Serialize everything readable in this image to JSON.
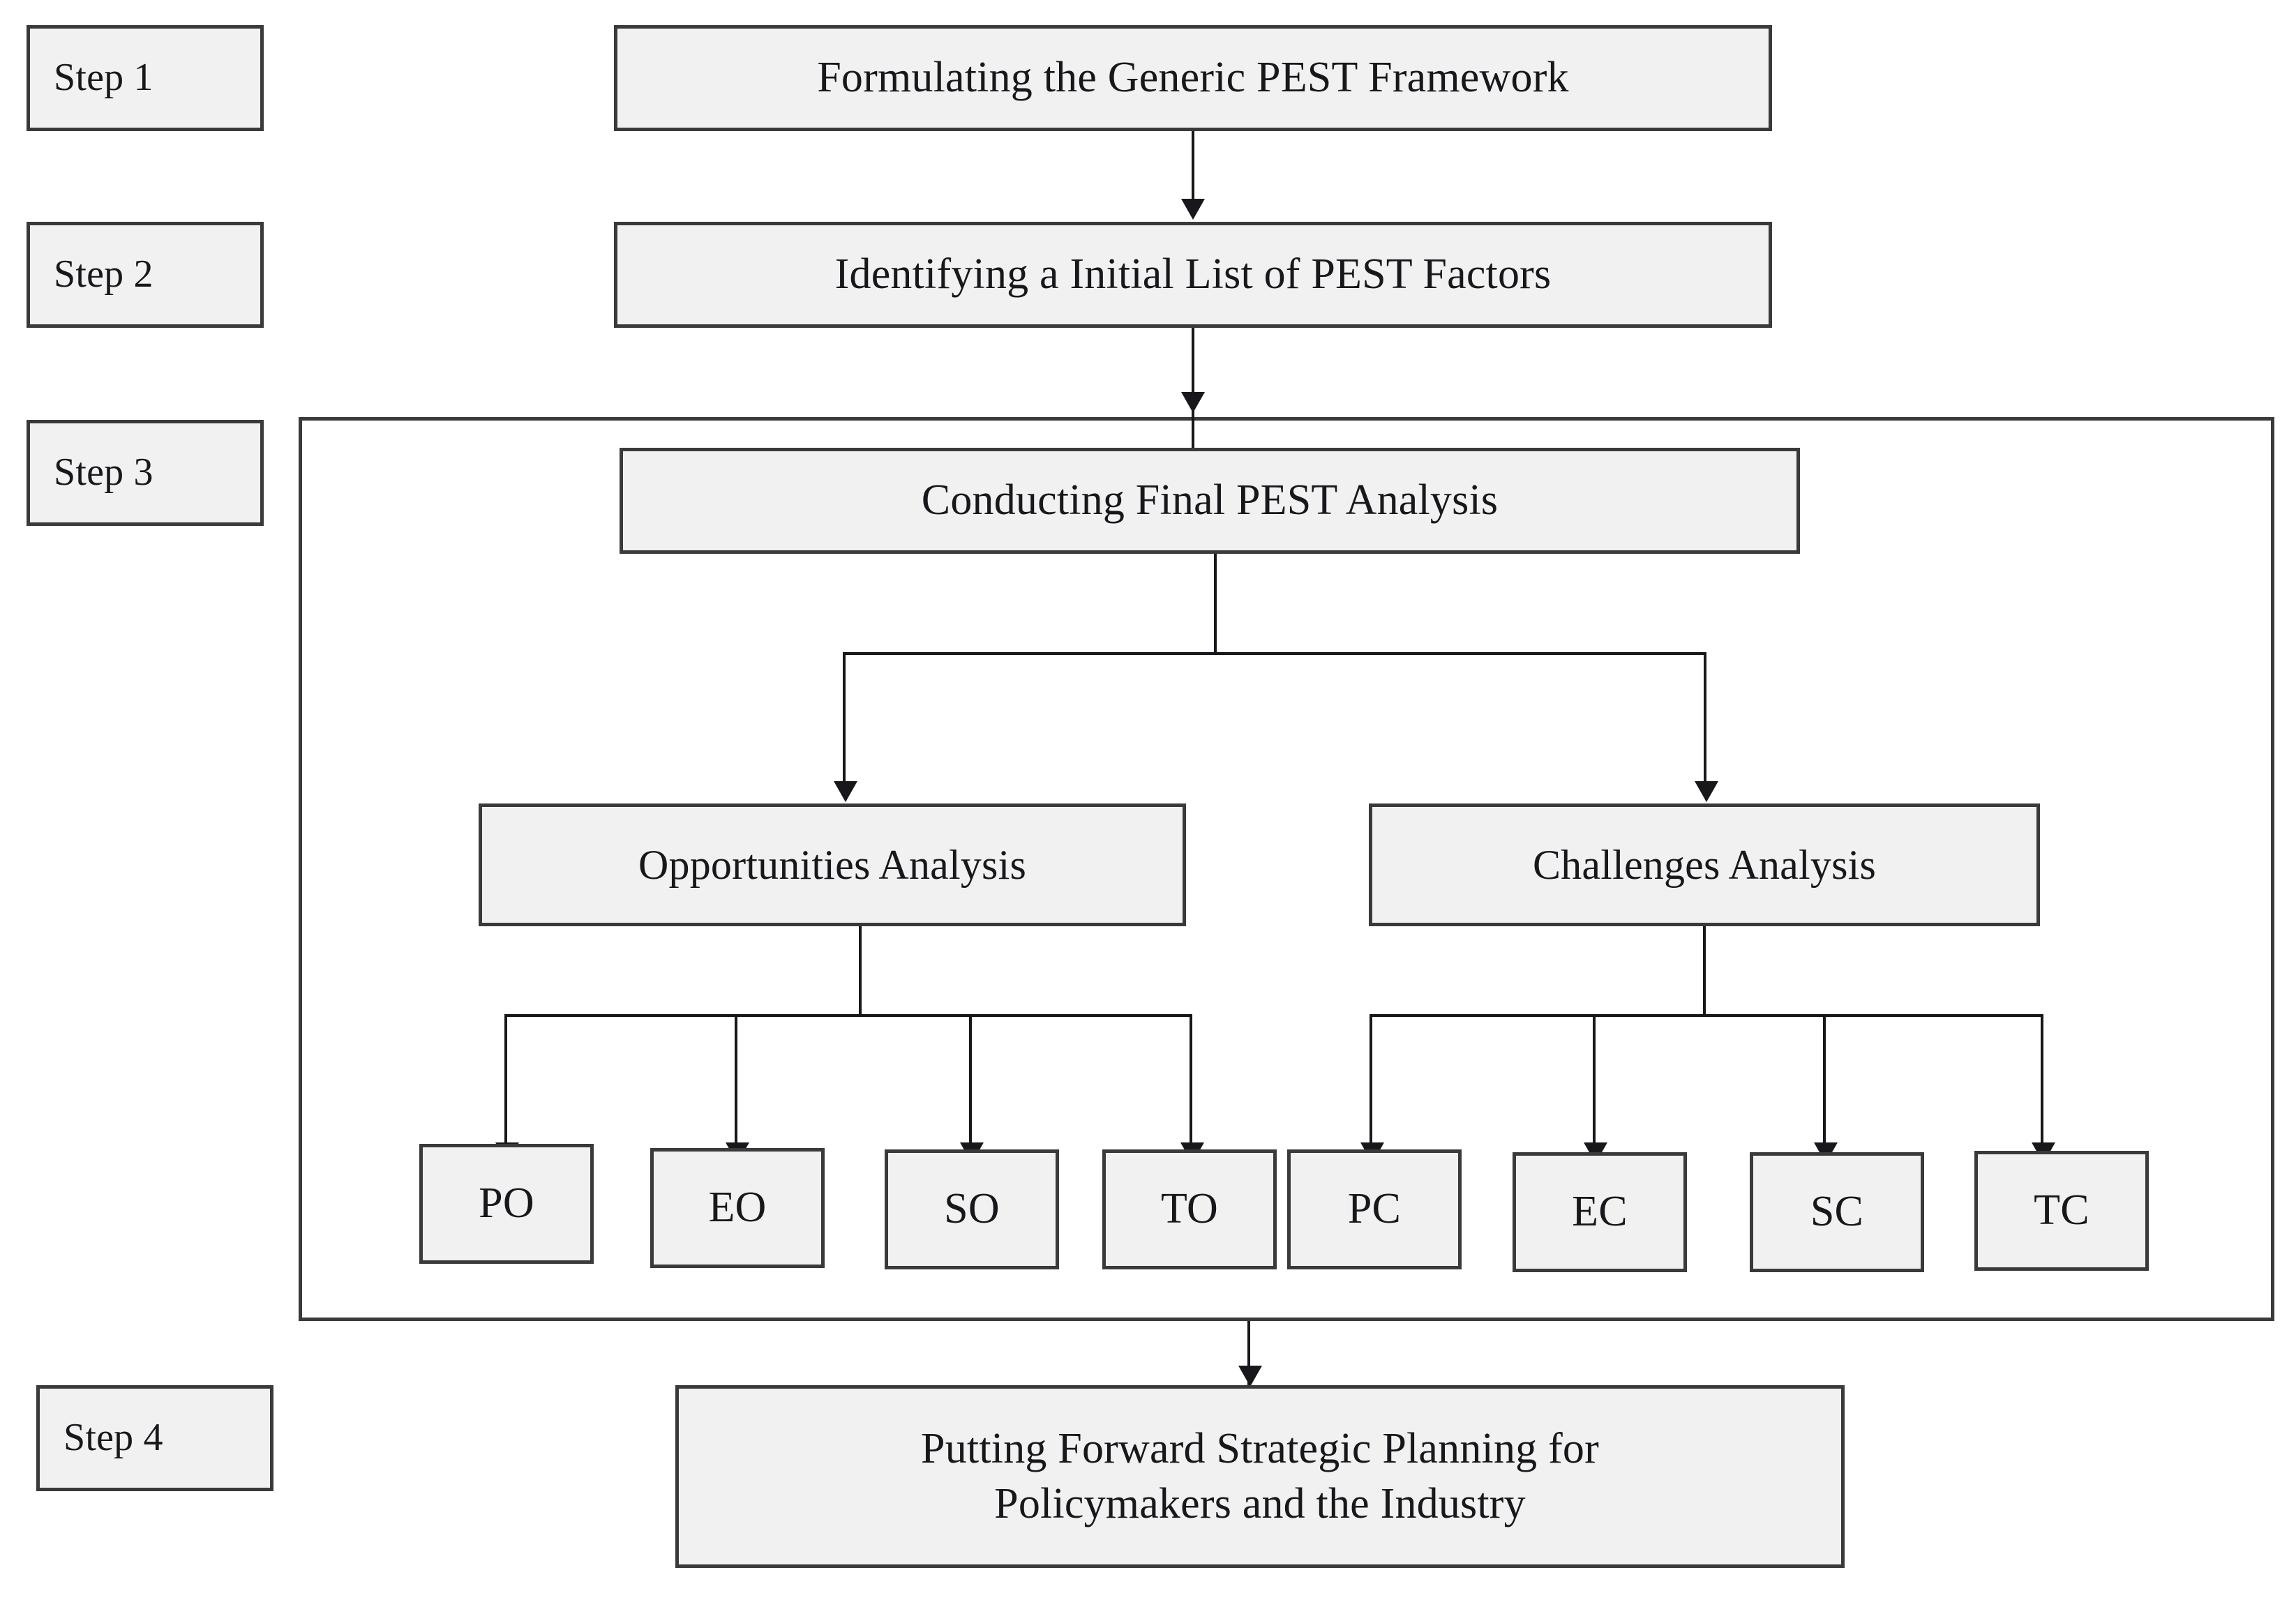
{
  "diagram": {
    "title": "PEST Analysis Research Framework Flowchart",
    "accent_color": "#3a3a3a",
    "node_fill": "#f1f1f1",
    "line_color": "#18181c",
    "background": "#ffffff"
  },
  "steps": [
    {
      "id": "step1",
      "label": "Step 1"
    },
    {
      "id": "step2",
      "label": "Step 2"
    },
    {
      "id": "step3",
      "label": "Step 3"
    },
    {
      "id": "step4",
      "label": "Step 4"
    }
  ],
  "process_nodes": [
    {
      "id": "p1",
      "label": "Formulating the Generic PEST Framework"
    },
    {
      "id": "p2",
      "label": "Identifying a Initial List of PEST Factors"
    },
    {
      "id": "p3",
      "label": "Conducting Final PEST Analysis"
    }
  ],
  "final_node": {
    "line1": "Putting Forward Strategic Planning for",
    "line2": "Policymakers and the Industry"
  },
  "analysis_nodes": [
    {
      "id": "opportunities",
      "label": "Opportunities Analysis"
    },
    {
      "id": "challenges",
      "label": "Challenges Analysis"
    }
  ],
  "leaf_nodes": {
    "opportunities": [
      {
        "id": "po",
        "label": "PO"
      },
      {
        "id": "eo",
        "label": "EO"
      },
      {
        "id": "so",
        "label": "SO"
      },
      {
        "id": "to",
        "label": "TO"
      }
    ],
    "challenges": [
      {
        "id": "pc",
        "label": "PC"
      },
      {
        "id": "ec",
        "label": "EC"
      },
      {
        "id": "sc",
        "label": "SC"
      },
      {
        "id": "tc",
        "label": "TC"
      }
    ]
  }
}
